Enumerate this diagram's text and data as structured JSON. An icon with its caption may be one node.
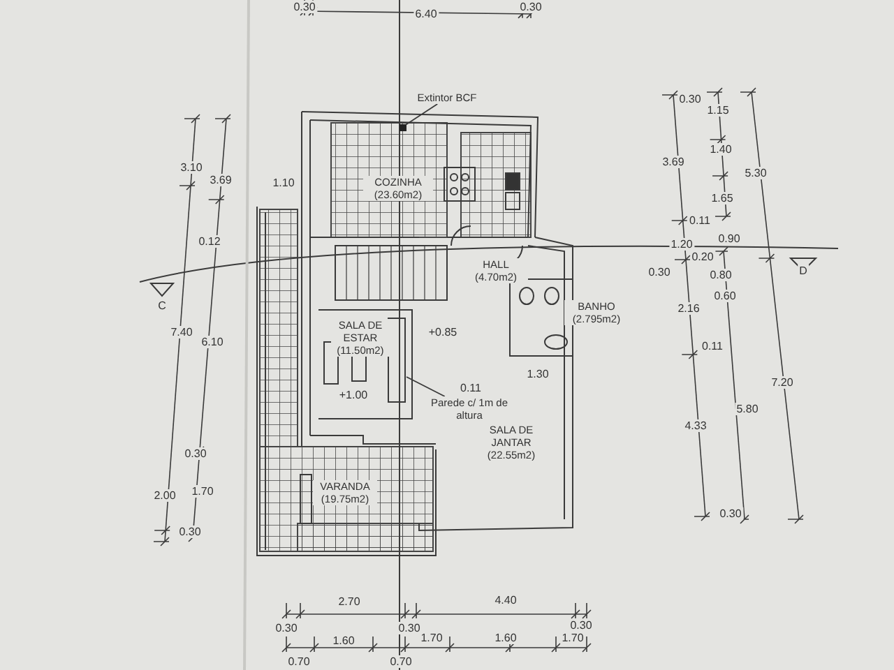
{
  "diagram": {
    "nodes": [
      {
        "text": [
          "Extintor BCF"
        ]
      },
      {
        "text": [],
        "shape": "box"
      },
      {
        "text": [
          "COZINHA (23.60m2)"
        ]
      },
      {
        "text": [
          "HALL (4.70m2)"
        ]
      },
      {
        "text": [
          "BANHO (2.795m2)"
        ]
      },
      {
        "text": [
          "SALA DE ESTAR (11.50m2)"
        ]
      },
      {
        "text": [
          "Parede c/ 1m de altura"
        ]
      },
      {
        "text": [
          "SALA DE JANTAR (22.55m2)"
        ]
      },
      {
        "text": [
          "VARANDA (19.75m2)"
        ]
      }
    ],
    "edges": [
      {
        "from": 0,
        "to": 1,
        "arrow": "none"
      },
      {
        "from": 6,
        "to": null,
        "arrow": "none"
      }
    ],
    "labels": [
      "0.30",
      "6.40",
      "0.30",
      "0.30",
      "1.15",
      "1.40",
      "3.69",
      "3.10",
      "5.30",
      "3.69",
      "1.10",
      "1.65",
      "0.11",
      "0.12",
      "1.20",
      "0.90",
      "0.20",
      "0.30",
      "0.80",
      "D",
      "C",
      "2.16",
      "0.60",
      "7.40",
      "6.10",
      "+0.85",
      "0.11",
      "+1.00",
      "0.11",
      "1.30",
      "7.20",
      "5.80",
      "4.33",
      "0.30",
      "2.00",
      "1.70",
      "0.30",
      "0.30",
      "2.70",
      "4.40",
      "0.30",
      "0.30",
      "0.30",
      "1.60",
      "1.70",
      "1.60",
      "1.70",
      "0.70",
      "0.70"
    ]
  }
}
